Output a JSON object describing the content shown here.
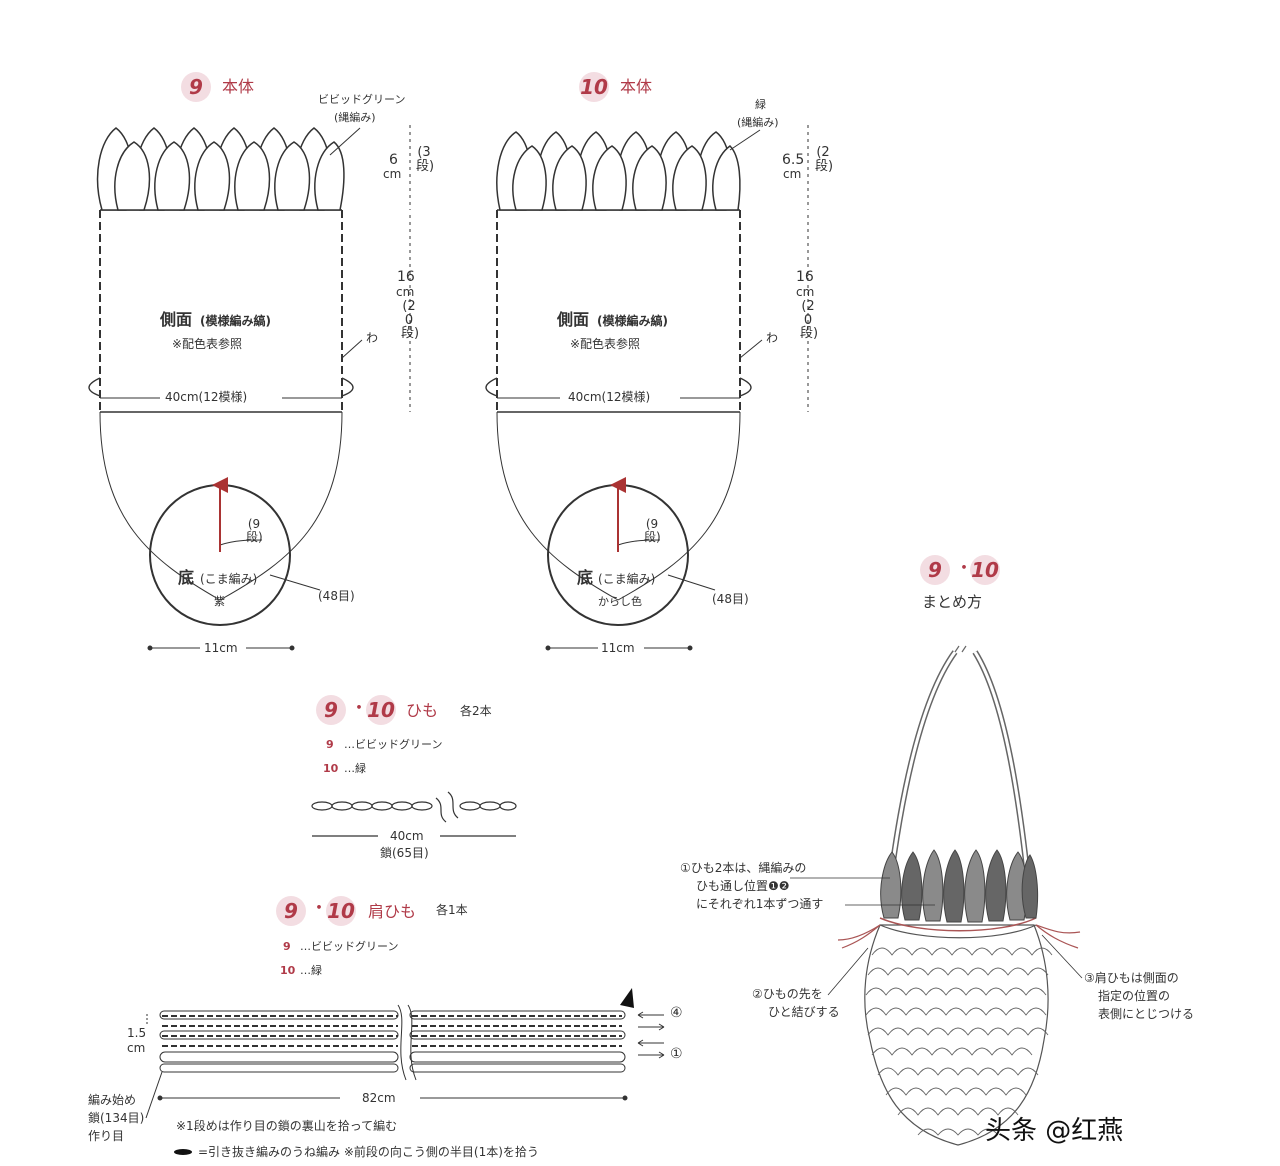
{
  "panel9": {
    "badge": "9",
    "title": "本体",
    "yarn_label": "ビビッドグリーン",
    "stitch_label": "(縄編み)",
    "top_height": "6",
    "top_unit": "cm",
    "top_rows": "(3段)",
    "body_height": "16",
    "body_unit": "cm",
    "body_rows": "(20段)",
    "side_label": "側面",
    "side_note": "(模様編み縞)",
    "color_ref": "※配色表参照",
    "ring_mark": "わ",
    "width_label": "40cm(12模様)",
    "base_rows": "(9段)",
    "base_label": "底",
    "base_note": "(こま編み)",
    "base_color": "紫",
    "base_stitches": "(48目)",
    "base_width": "11cm"
  },
  "panel10": {
    "badge": "10",
    "title": "本体",
    "yarn_label": "緑",
    "stitch_label": "(縄編み)",
    "top_height": "6.5",
    "top_unit": "cm",
    "top_rows": "(2段)",
    "body_height": "16",
    "body_unit": "cm",
    "body_rows": "(20段)",
    "side_label": "側面",
    "side_note": "(模様編み縞)",
    "color_ref": "※配色表参照",
    "ring_mark": "わ",
    "width_label": "40cm(12模様)",
    "base_rows": "(9段)",
    "base_label": "底",
    "base_note": "(こま編み)",
    "base_color": "からし色",
    "base_stitches": "(48目)",
    "base_width": "11cm"
  },
  "assembly": {
    "badge_a": "9",
    "sep": "・",
    "badge_b": "10",
    "title": "まとめ方",
    "note1_l1": "①ひも2本は、縄編みの",
    "note1_l2": "ひも通し位置❶❷",
    "note1_l3": "にそれぞれ1本ずつ通す",
    "note2_l1": "②ひもの先を",
    "note2_l2": "ひと結びする",
    "note3_l1": "③肩ひもは側面の",
    "note3_l2": "指定の位置の",
    "note3_l3": "表側にとじつける"
  },
  "cord": {
    "badge_a": "9",
    "sep": "・",
    "badge_b": "10",
    "title": "ひも",
    "count": "各2本",
    "line9_num": "9",
    "line9": "…ビビッドグリーン",
    "line10_num": "10",
    "line10": "…緑",
    "length": "40cm",
    "chain": "鎖(65目)"
  },
  "strap": {
    "badge_a": "9",
    "sep": "・",
    "badge_b": "10",
    "title": "肩ひも",
    "count": "各1本",
    "line9_num": "9",
    "line9": "…ビビッドグリーン",
    "line10_num": "10",
    "line10": "…緑",
    "height": "1.5",
    "height_unit": "cm",
    "row4": "④",
    "row1": "①",
    "length": "82cm",
    "start_l1": "編み始め",
    "start_l2": "鎖(134目)",
    "start_l3": "作り目",
    "note1": "※1段めは作り目の鎖の裏山を拾って編む",
    "note2": "=引き抜き編みのうね編み ※前段の向こう側の半目(1本)を拾う"
  },
  "watermark": "头条 @红燕"
}
